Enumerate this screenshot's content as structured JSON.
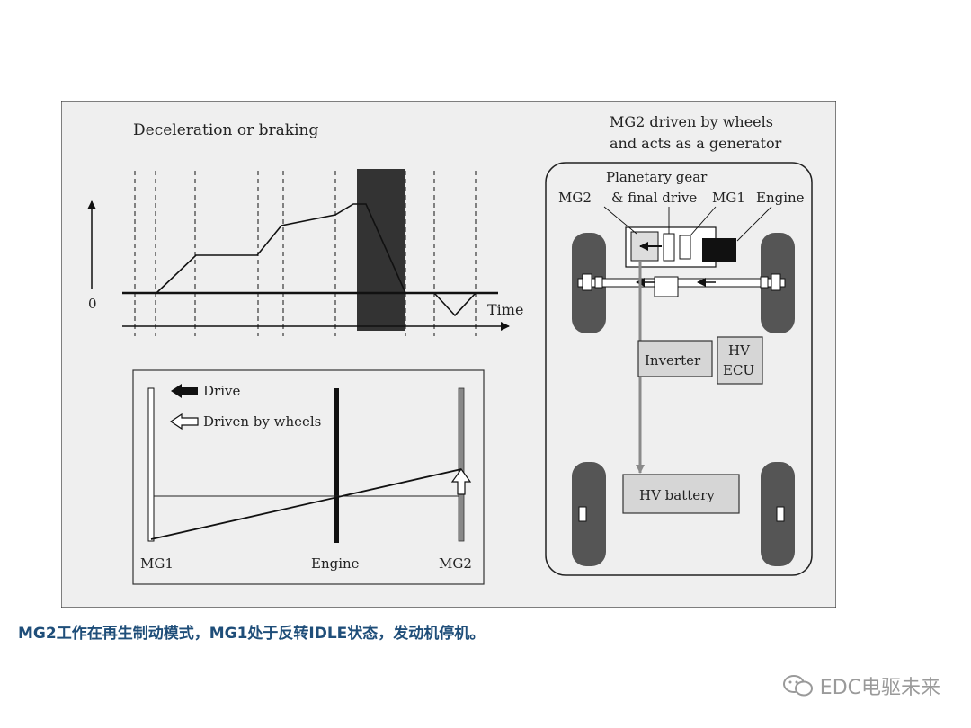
{
  "panel_title": "Deceleration or braking",
  "graph": {
    "zero_label": "0",
    "time_label": "Time"
  },
  "lever": {
    "legend_drive": "Drive",
    "legend_driven": "Driven by wheels",
    "label_mg1": "MG1",
    "label_engine": "Engine",
    "label_mg2": "MG2"
  },
  "vehicle": {
    "title_line1": "MG2 driven by wheels",
    "title_line2": "and acts as a generator",
    "label_planetary1": "Planetary gear",
    "label_planetary2": "& final drive",
    "label_mg2": "MG2",
    "label_mg1": "MG1",
    "label_engine": "Engine",
    "inverter": "Inverter",
    "hv_ecu_line1": "HV",
    "hv_ecu_line2": "ECU",
    "battery": "HV battery"
  },
  "caption": "MG2工作在再生制动模式，MG1处于反转IDLE状态，发动机停机。",
  "watermark": "EDC电驱未来",
  "colors": {
    "caption": "#1f4e79",
    "panel_bg": "#efefef",
    "watermark": "#9a9a9a"
  }
}
